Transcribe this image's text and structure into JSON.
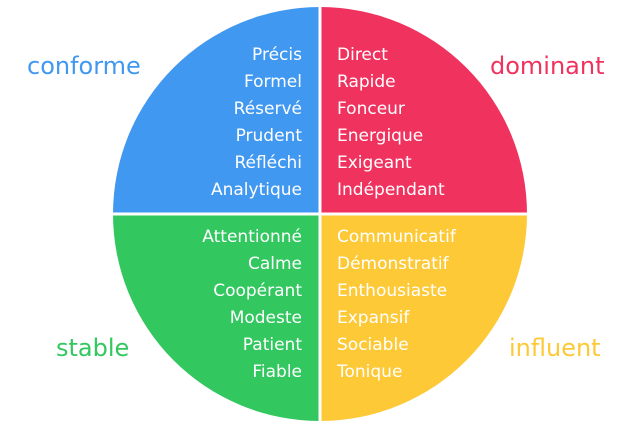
{
  "colors": {
    "conforme": "#4198f0",
    "dominant": "#f0325f",
    "stable": "#33c760",
    "influent": "#fdc936",
    "divider": "#ffffff"
  },
  "quadrants": {
    "conforme": {
      "label": "conforme",
      "traits": [
        "Précis",
        "Formel",
        "Réservé",
        "Prudent",
        "Réfléchi",
        "Analytique"
      ]
    },
    "dominant": {
      "label": "dominant",
      "traits": [
        "Direct",
        "Rapide",
        "Fonceur",
        "Energique",
        "Exigeant",
        "Indépendant"
      ]
    },
    "stable": {
      "label": "stable",
      "traits": [
        "Attentionné",
        "Calme",
        "Coopérant",
        "Modeste",
        "Patient",
        "Fiable"
      ]
    },
    "influent": {
      "label": "influent",
      "traits": [
        "Communicatif",
        "Démonstratif",
        "Enthousiaste",
        "Expansif",
        "Sociable",
        "Tonique"
      ]
    }
  }
}
